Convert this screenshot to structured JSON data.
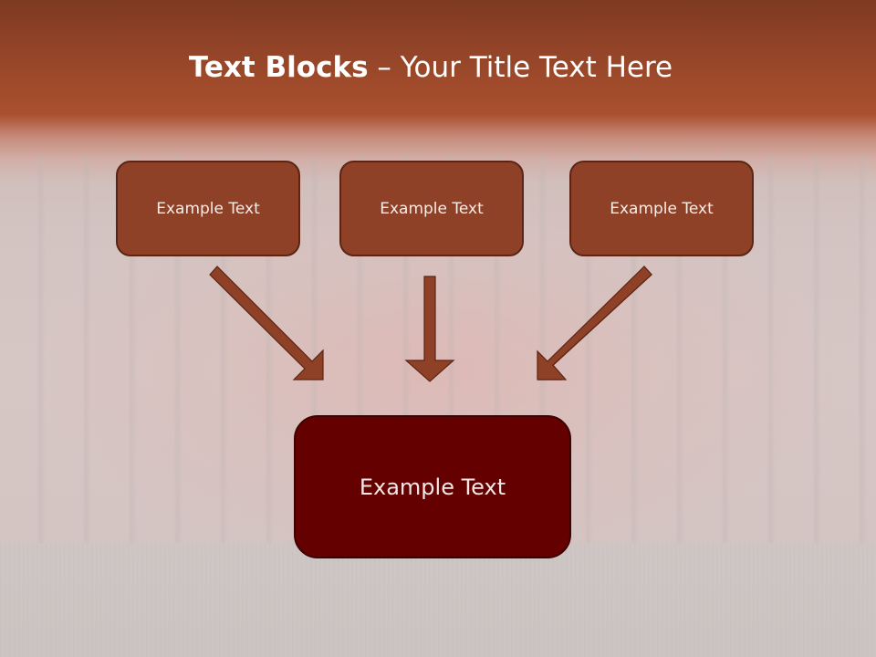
{
  "slide": {
    "title": {
      "bold": "Text Blocks",
      "separator": " – ",
      "regular": "Your Title Text Here"
    },
    "source_boxes": [
      {
        "label": "Example Text"
      },
      {
        "label": "Example Text"
      },
      {
        "label": "Example Text"
      }
    ],
    "target_box": {
      "label": "Example Text"
    },
    "arrows": [
      {
        "from": "source_boxes.0",
        "to": "target_box",
        "direction": "down-right"
      },
      {
        "from": "source_boxes.1",
        "to": "target_box",
        "direction": "down"
      },
      {
        "from": "source_boxes.2",
        "to": "target_box",
        "direction": "down-left"
      }
    ],
    "colors": {
      "header_band": "#a24c2c",
      "source_box_fill": "#8f4127",
      "source_box_border": "#5a2515",
      "target_box_fill": "#640000",
      "arrow_fill": "#8f4127",
      "text": "#ffffff"
    }
  }
}
